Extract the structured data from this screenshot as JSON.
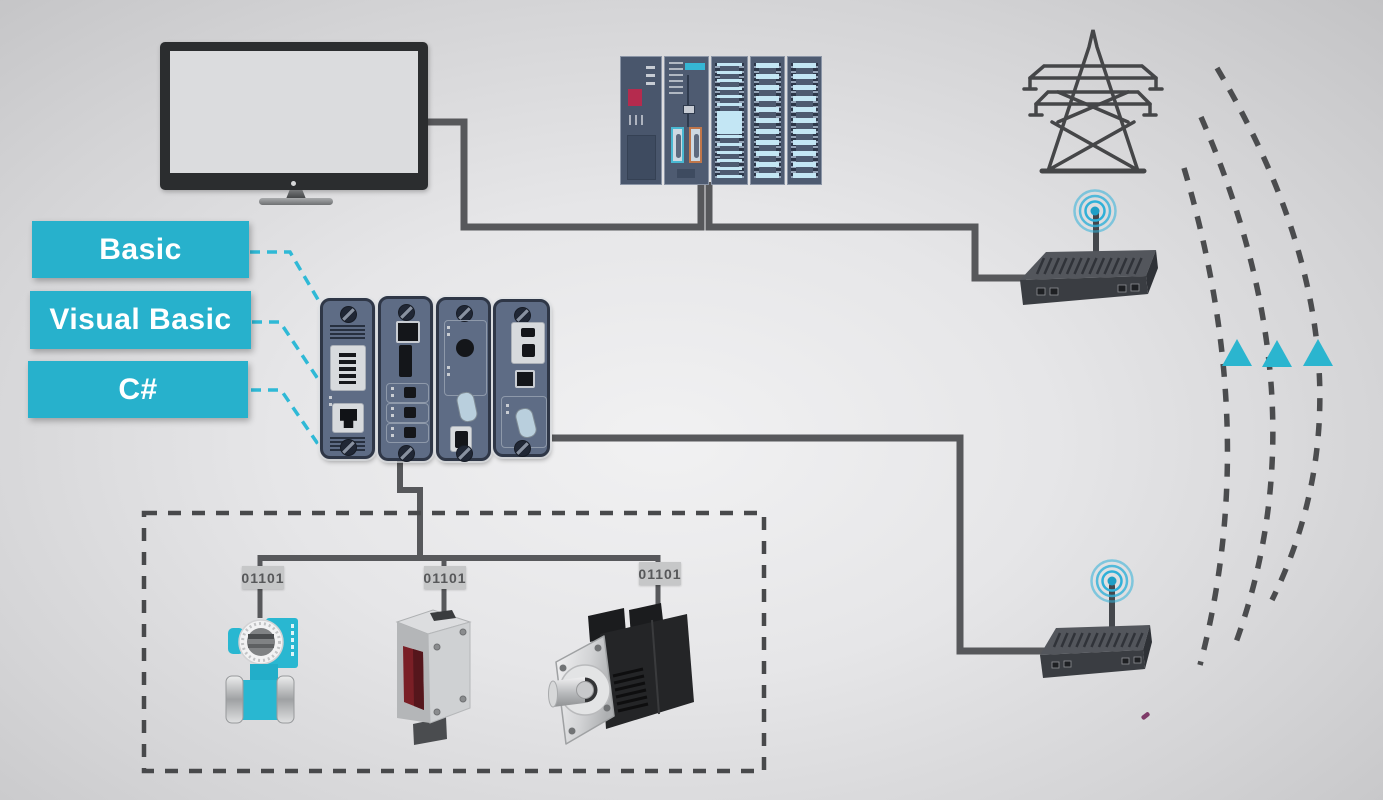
{
  "language_labels": {
    "items": [
      {
        "label": "Basic"
      },
      {
        "label": "Visual Basic"
      },
      {
        "label": "C#"
      }
    ]
  },
  "device_tags": {
    "items": [
      {
        "value": "01101"
      },
      {
        "value": "01101"
      },
      {
        "value": "01101"
      }
    ]
  },
  "components": [
    "monitor",
    "plc-rack",
    "power-transmission-tower",
    "wifi-signal-top",
    "wireless-router-top",
    "wifi-signal-bottom",
    "wireless-router-bottom",
    "gateway-module-1",
    "gateway-module-2",
    "gateway-module-3",
    "gateway-module-4",
    "flow-meter",
    "photoelectric-sensor",
    "servo-motor",
    "fieldbus-enclosure",
    "signal-flow-arrows"
  ],
  "colors": {
    "accent_cyan": "#27b1cc",
    "wifi_cyan": "#2fb0d8",
    "wire_gray": "#57585b",
    "plc_red": "#b52b4e",
    "module_body": "#5e6c85",
    "tag_bg": "#c6c7c8",
    "tag_text": "#57585a"
  }
}
